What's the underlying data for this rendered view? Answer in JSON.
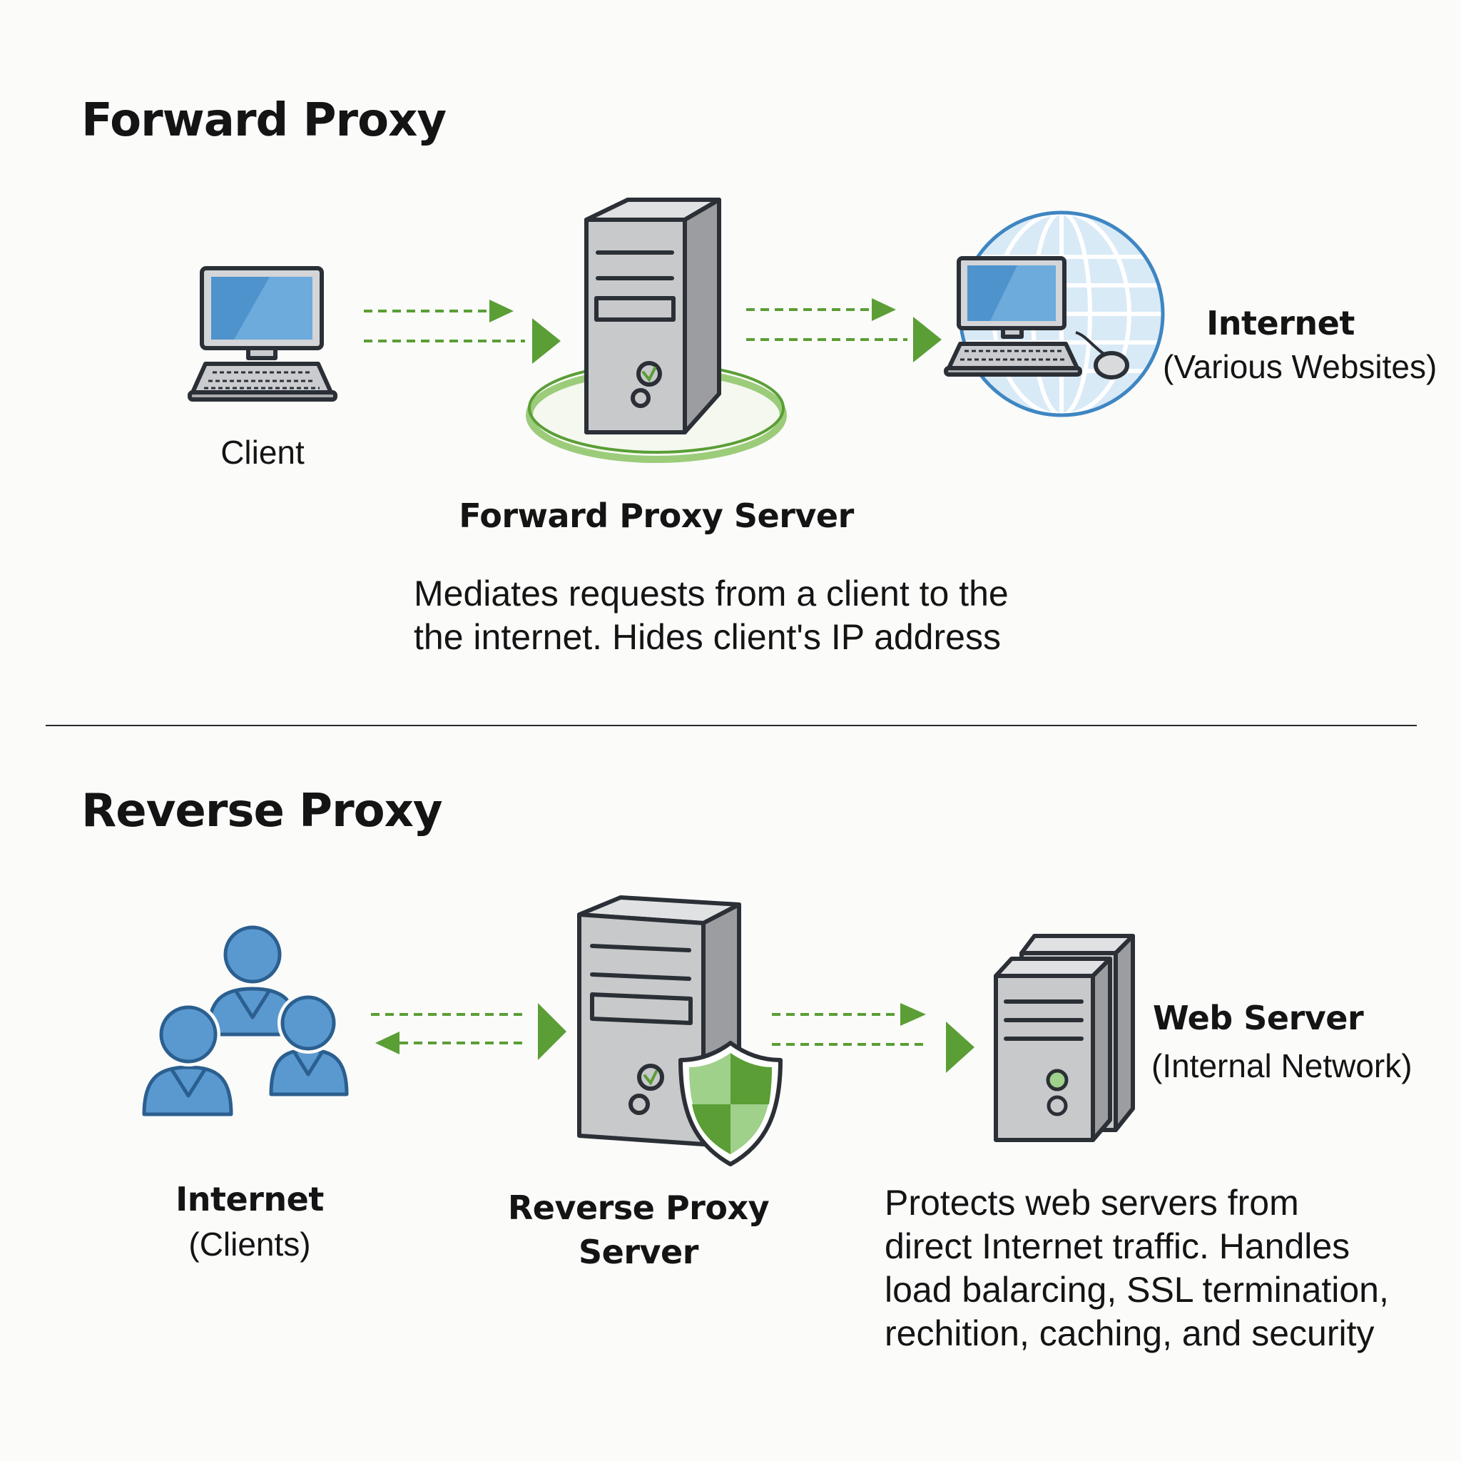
{
  "forward": {
    "title": "Forward Proxy",
    "client_label": "Client",
    "server_label": "Forward Proxy Server",
    "internet_label": "Internet",
    "internet_sublabel": "(Various Websites)",
    "description_line1": "Mediates requests from a client to the",
    "description_line2": "the internet. Hides client's IP address"
  },
  "reverse": {
    "title": "Reverse Proxy",
    "clients_label": "Internet",
    "clients_sublabel": "(Clients)",
    "server_label_line1": "Reverse Proxy",
    "server_label_line2": "Server",
    "webserver_label": "Web Server",
    "webserver_sublabel": "(Internal Network)",
    "description_lines": [
      "Protects web servers from",
      "direct Internet traffic. Handles",
      "load balarcing, SSL termination,",
      "rechition, caching, and security"
    ]
  },
  "colors": {
    "arrow_green": "#5a9e35",
    "screen_blue": "#4f93cd",
    "person_blue": "#5a99cf",
    "server_gray": "#c8c9cb"
  }
}
